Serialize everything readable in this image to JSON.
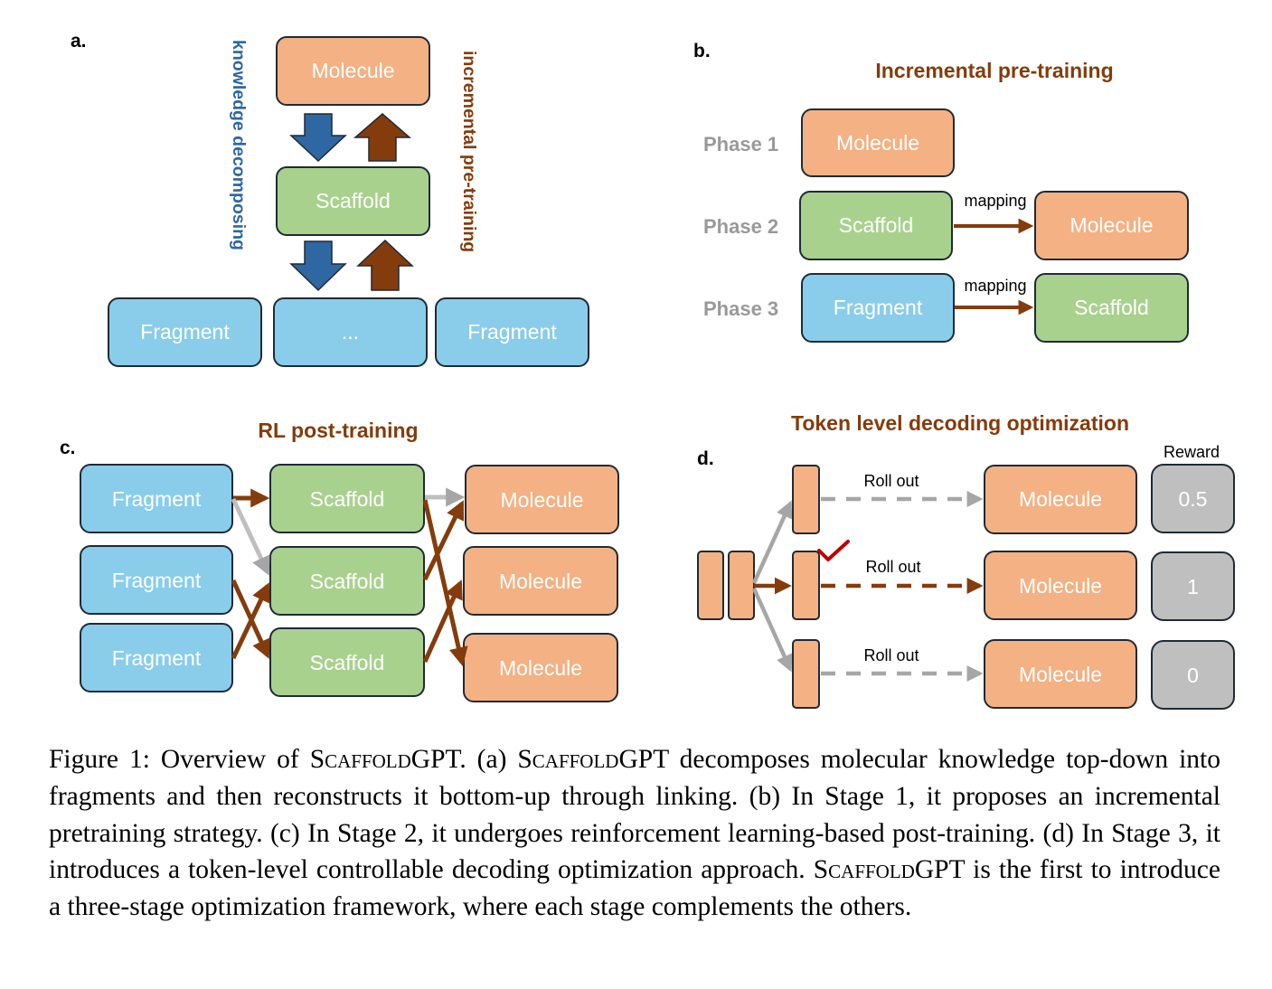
{
  "colors": {
    "molecule": "#F4B183",
    "scaffold": "#A9D18E",
    "fragment": "#89CDEB",
    "reward": "#BFBFBF",
    "brown": "#843C0C",
    "blue": "#2E67A1",
    "grey_arrow": "#A6A6A6",
    "outline": "#1F2A36"
  },
  "panel_a": {
    "letter": "a.",
    "molecule": "Molecule",
    "scaffold": "Scaffold",
    "fragment_left": "Fragment",
    "fragment_mid": "...",
    "fragment_right": "Fragment",
    "left_label": "knowledge decomposing",
    "right_label": "incremental pre-training"
  },
  "panel_b": {
    "letter": "b.",
    "title": "Incremental pre-training",
    "phase1": "Phase 1",
    "phase2": "Phase 2",
    "phase3": "Phase 3",
    "p1_molecule": "Molecule",
    "p2_scaffold": "Scaffold",
    "p2_molecule": "Molecule",
    "p3_fragment": "Fragment",
    "p3_scaffold": "Scaffold",
    "mapping1": "mapping",
    "mapping2": "mapping"
  },
  "panel_c": {
    "letter": "c.",
    "title": "RL post-training",
    "fragments": [
      "Fragment",
      "Fragment",
      "Fragment"
    ],
    "scaffolds": [
      "Scaffold",
      "Scaffold",
      "Scaffold"
    ],
    "molecules": [
      "Molecule",
      "Molecule",
      "Molecule"
    ]
  },
  "panel_d": {
    "letter": "d.",
    "title": "Token level decoding optimization",
    "reward_header": "Reward",
    "rollouts": [
      "Roll out",
      "Roll out",
      "Roll out"
    ],
    "molecules": [
      "Molecule",
      "Molecule",
      "Molecule"
    ],
    "rewards": [
      "0.5",
      "1",
      "0"
    ]
  },
  "caption": {
    "label": "Figure 1: Overview of ",
    "name_sc": "Scaffold",
    "name_tail": "GPT",
    "s1": ". (a) ",
    "s2": " decomposes molecular knowledge top-down into fragments and then reconstructs it bottom-up through linking. (b) In Stage 1, it proposes an incremental pretraining strategy. (c) In Stage 2, it undergoes reinforcement learning-based post-training. (d) In Stage 3, it introduces a token-level controllable decoding optimization approach. ",
    "s3": " is the first to introduce a three-stage optimization framework, where each stage complements the others."
  }
}
